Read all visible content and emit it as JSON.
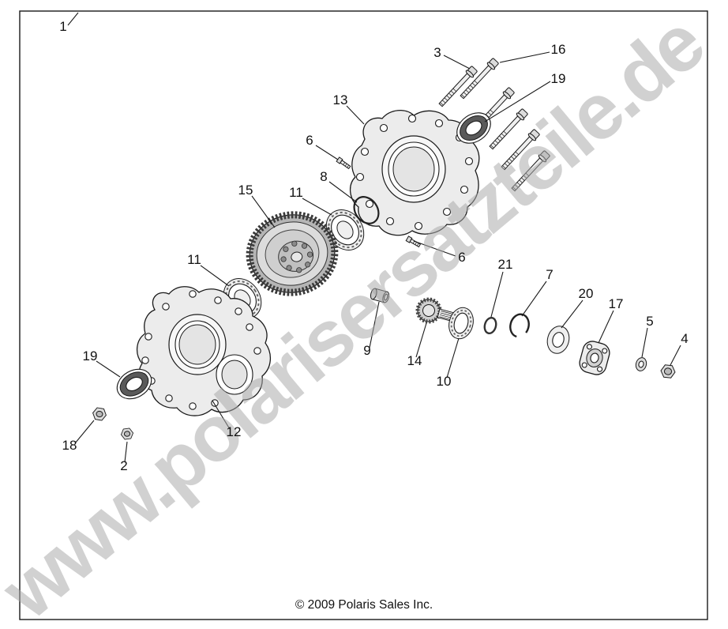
{
  "diagram": {
    "watermark": "www.polarisersatzteile.de",
    "copyright": "© 2009 Polaris Sales Inc.",
    "callouts": [
      {
        "label": "1"
      },
      {
        "label": "3"
      },
      {
        "label": "16"
      },
      {
        "label": "19"
      },
      {
        "label": "13"
      },
      {
        "label": "6"
      },
      {
        "label": "8"
      },
      {
        "label": "15"
      },
      {
        "label": "11"
      },
      {
        "label": "11"
      },
      {
        "label": "6"
      },
      {
        "label": "21"
      },
      {
        "label": "7"
      },
      {
        "label": "20"
      },
      {
        "label": "17"
      },
      {
        "label": "5"
      },
      {
        "label": "4"
      },
      {
        "label": "9"
      },
      {
        "label": "14"
      },
      {
        "label": "10"
      },
      {
        "label": "19"
      },
      {
        "label": "12"
      },
      {
        "label": "18"
      },
      {
        "label": "2"
      }
    ]
  }
}
